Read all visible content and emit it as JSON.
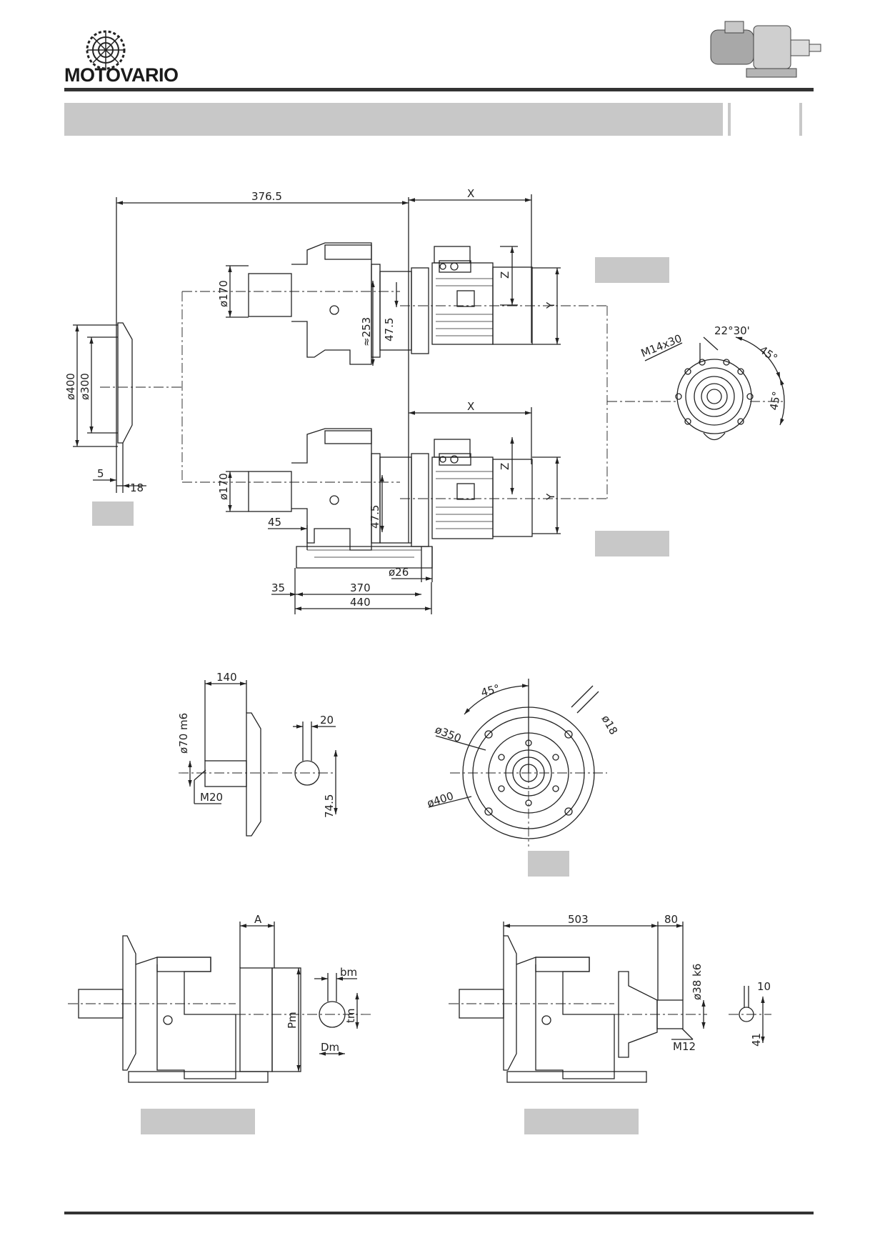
{
  "header": {
    "brand_name": "MOTOVARIO",
    "logo_icon": "gear-logo-icon",
    "product_image_icon": "gearmotor-image-icon"
  },
  "main_drawing": {
    "dim_376_5": "376.5",
    "dim_x_top": "X",
    "dim_x_bottom": "X",
    "dim_z_top": "Z",
    "dim_z_bottom": "Z",
    "dim_y_top": "Y",
    "dim_y_bottom": "Y",
    "dim_d170_top": "ø170",
    "dim_d170_bottom": "ø170",
    "dim_253": "≈253",
    "dim_47_5_top": "47.5",
    "dim_47_5_bottom": "47.5",
    "dim_d400": "ø400",
    "dim_d300": "ø300",
    "dim_5": "5",
    "dim_18": "18",
    "dim_45": "45",
    "dim_d26": "ø26",
    "dim_35": "35",
    "dim_370": "370",
    "dim_440": "440"
  },
  "flange_view": {
    "dim_m14x30": "M14x30",
    "dim_22_30": "22°30'",
    "dim_45_a": "45°",
    "dim_45_b": "45°"
  },
  "shaft_detail": {
    "dim_140": "140",
    "dim_d70": "ø70 m6",
    "dim_20": "20",
    "dim_m20": "M20",
    "dim_74_5": "74.5"
  },
  "flange_front": {
    "dim_45": "45°",
    "dim_d18": "ø18",
    "dim_d350": "ø350",
    "dim_d400": "ø400"
  },
  "motor_adapter": {
    "dim_a": "A",
    "dim_bm": "bm",
    "dim_pm": "Pm",
    "dim_tm": "tm",
    "dim_dm": "Dm"
  },
  "input_shaft": {
    "dim_503": "503",
    "dim_80": "80",
    "dim_d38": "ø38 k6",
    "dim_10": "10",
    "dim_41": "41",
    "dim_m12": "M12"
  },
  "colors": {
    "line": "#222222",
    "label_box": "#c8c8c8",
    "rule": "#333333"
  }
}
